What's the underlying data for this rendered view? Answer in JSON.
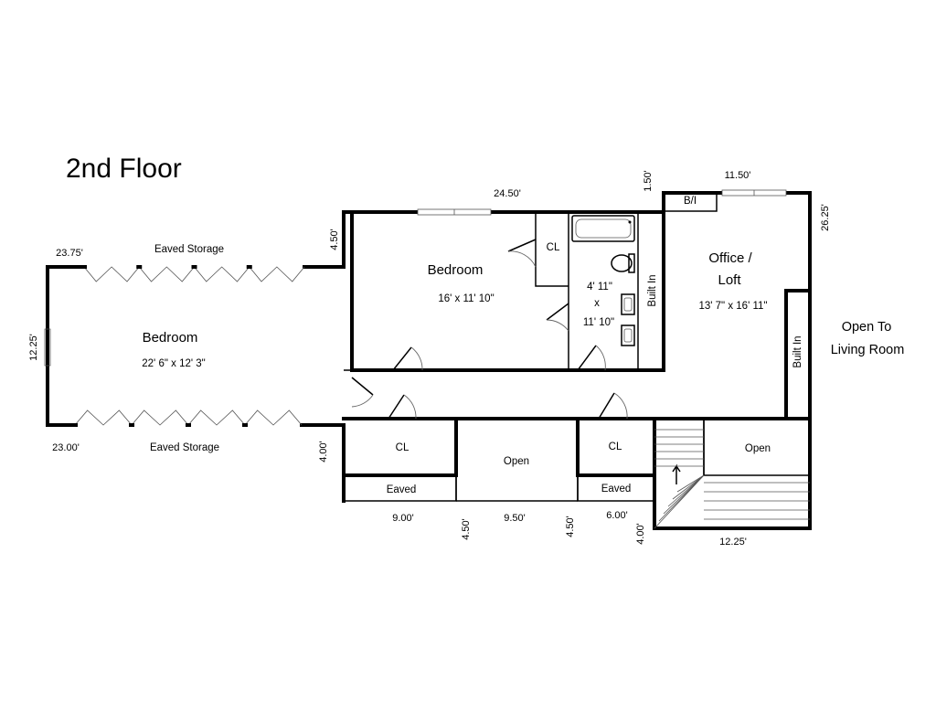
{
  "title": "2nd Floor",
  "rooms": {
    "bedroom_left": {
      "name": "Bedroom",
      "size": "22' 6\" x 12' 3\""
    },
    "bedroom_center": {
      "name": "Bedroom",
      "size": "16' x 11' 10\""
    },
    "office": {
      "name_line1": "Office /",
      "name_line2": "Loft",
      "size": "13' 7\" x 16' 11\""
    },
    "bath": {
      "line1": "4' 11\"",
      "line2": "x",
      "line3": "11' 10\""
    },
    "closet_top": "CL",
    "closet_lower_left": "CL",
    "closet_lower_right": "CL",
    "open_center": "Open",
    "open_right": "Open",
    "eaved_left": "Eaved",
    "eaved_right": "Eaved",
    "builtin_bath": "Built In",
    "builtin_office": "Built In",
    "bi_small": "B/I",
    "eaved_storage_top": "Eaved Storage",
    "eaved_storage_bottom": "Eaved Storage"
  },
  "side_note": {
    "line1": "Open To",
    "line2": "Living Room"
  },
  "dimensions": {
    "d_23_75": "23.75'",
    "d_23_00": "23.00'",
    "d_12_25_left": "12.25'",
    "d_4_50_top": "4.50'",
    "d_24_50": "24.50'",
    "d_1_50": "1.50'",
    "d_11_50": "11.50'",
    "d_26_25": "26.25'",
    "d_4_00_left": "4.00'",
    "d_9_00": "9.00'",
    "d_4_50_a": "4.50'",
    "d_9_50": "9.50'",
    "d_4_50_b": "4.50'",
    "d_6_00": "6.00'",
    "d_4_00_right": "4.00'",
    "d_12_25_bottom": "12.25'"
  }
}
